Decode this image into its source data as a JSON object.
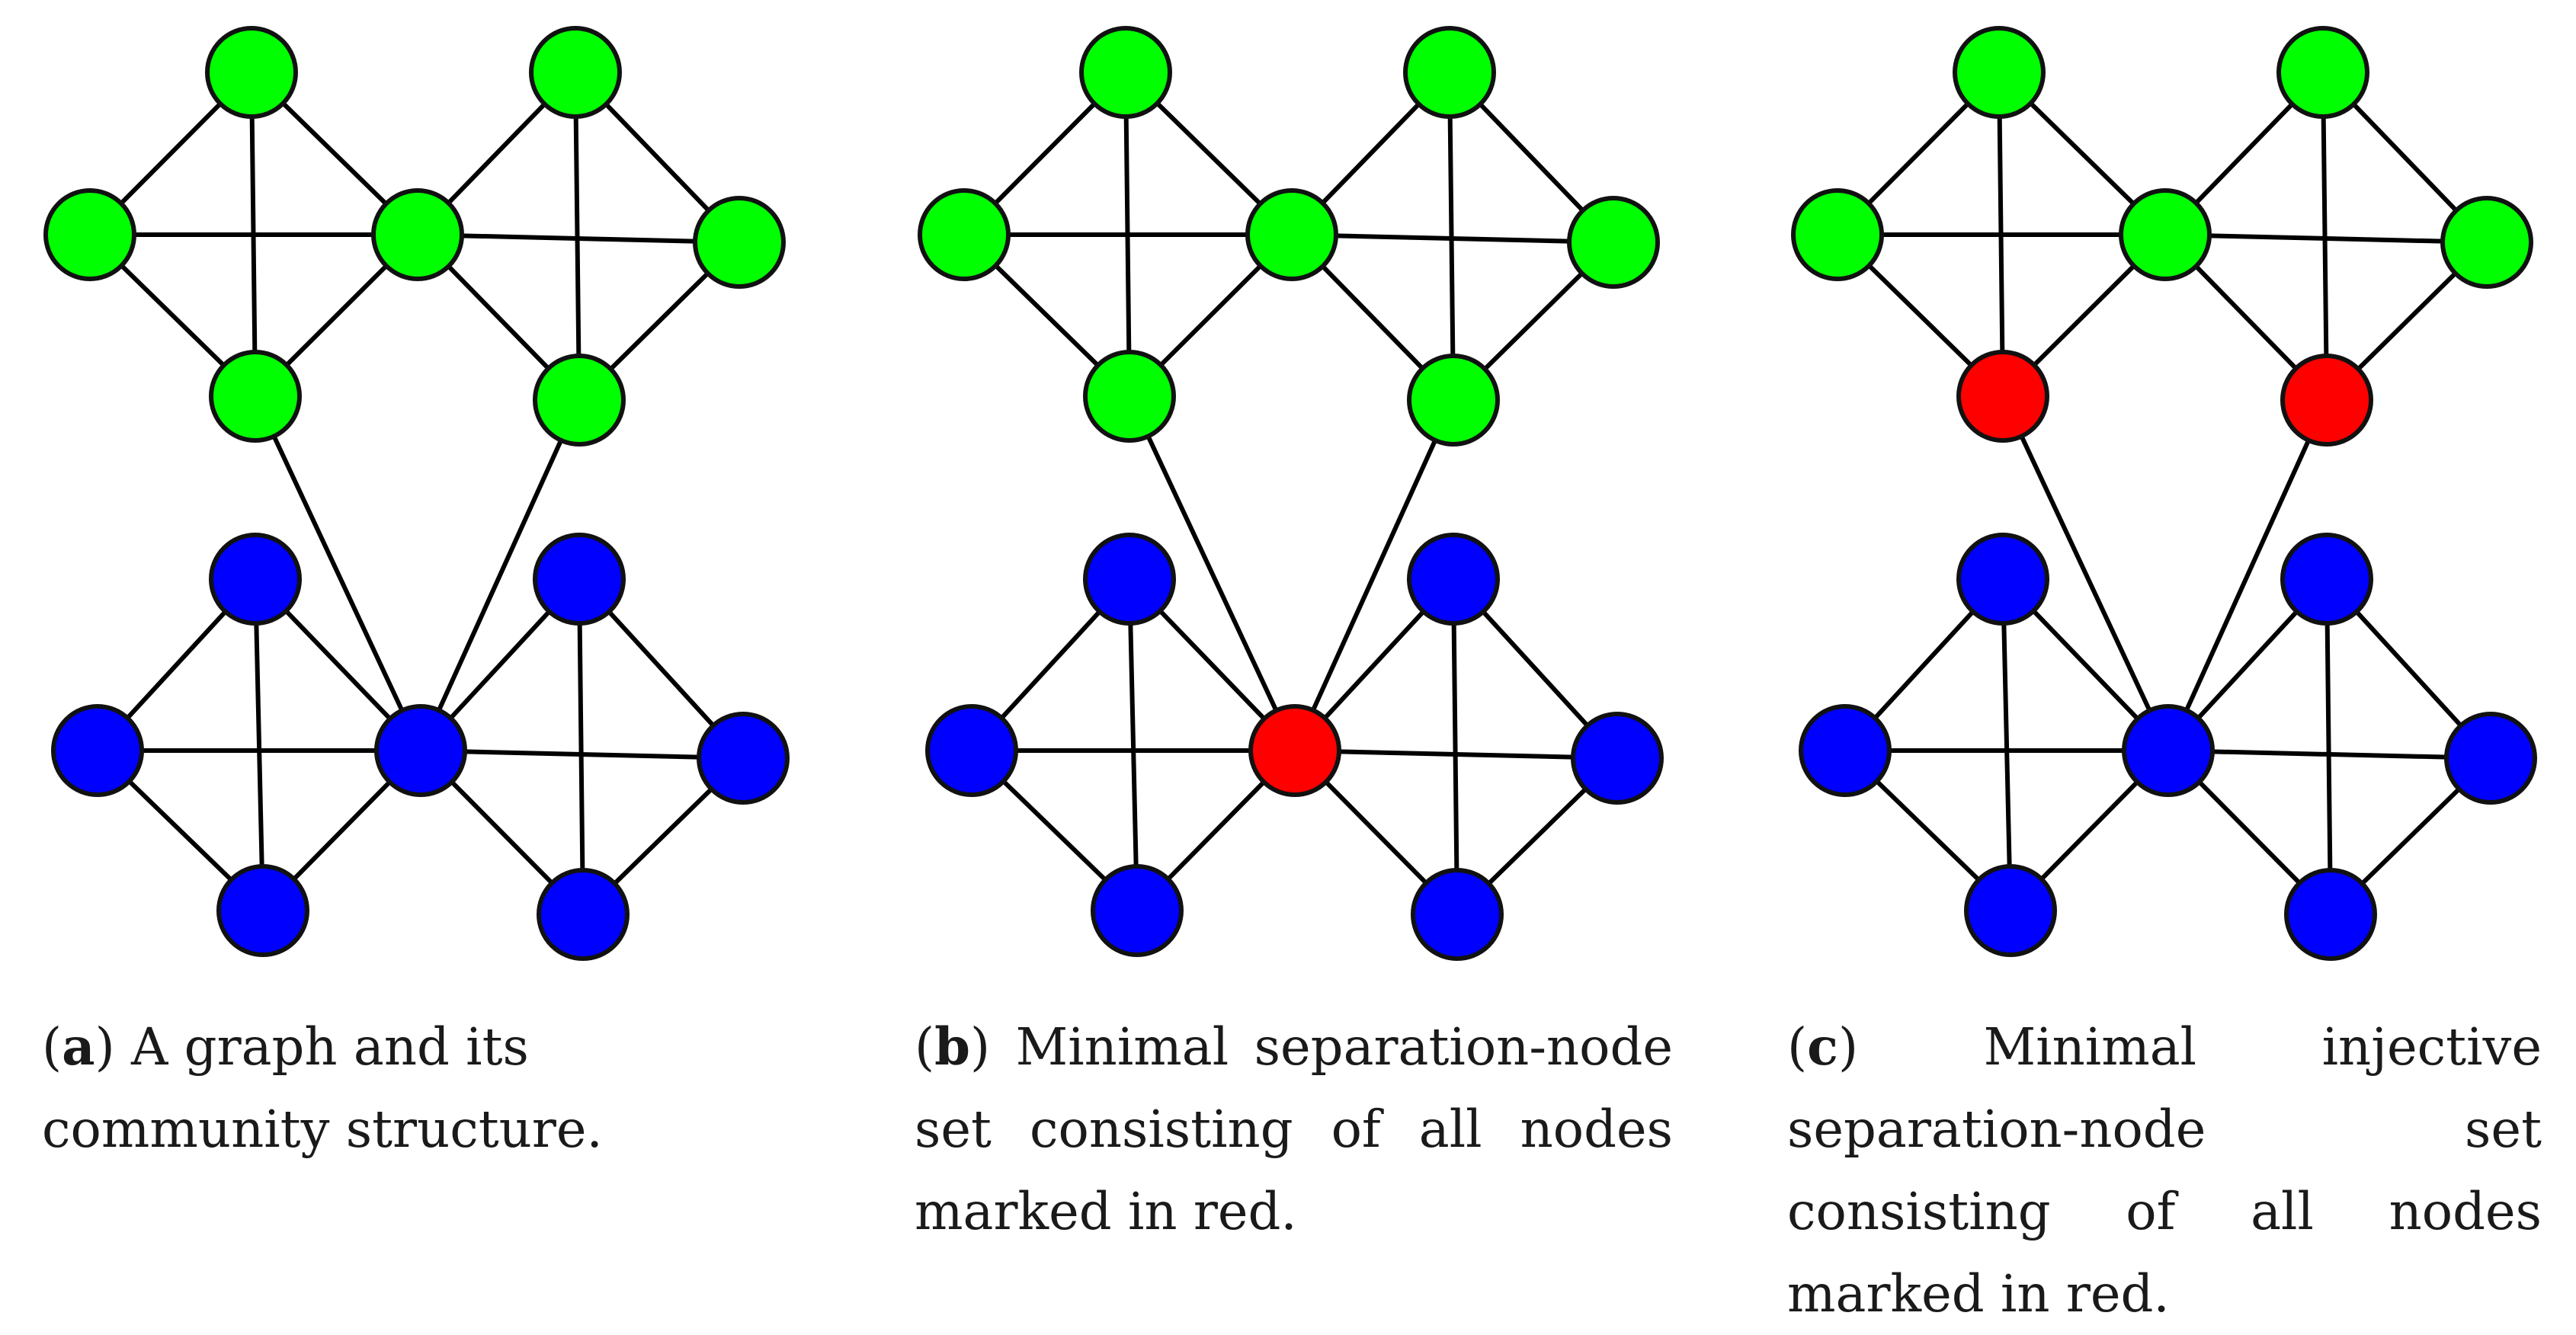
{
  "colors": {
    "green": "#00ff00",
    "blue": "#0000ff",
    "red": "#ff0000",
    "edge": "#000000"
  },
  "panels": [
    {
      "id": "a",
      "letter": "a",
      "caption": "A graph and its community structure.",
      "node_colors": [
        "green",
        "green",
        "green",
        "green",
        "green",
        "green",
        "green",
        "blue",
        "blue",
        "blue",
        "blue",
        "blue",
        "blue",
        "blue"
      ]
    },
    {
      "id": "b",
      "letter": "b",
      "caption": "Minimal separation-node set consisting of all nodes marked in red.",
      "node_colors": [
        "green",
        "green",
        "green",
        "green",
        "green",
        "green",
        "green",
        "blue",
        "blue",
        "blue",
        "blue",
        "red",
        "blue",
        "blue"
      ]
    },
    {
      "id": "c",
      "letter": "c",
      "caption": "Minimal injective separation-node set consisting of all nodes marked in red.",
      "node_colors": [
        "green",
        "green",
        "green",
        "green",
        "red",
        "green",
        "red",
        "blue",
        "blue",
        "blue",
        "blue",
        "blue",
        "blue",
        "blue"
      ]
    }
  ]
}
